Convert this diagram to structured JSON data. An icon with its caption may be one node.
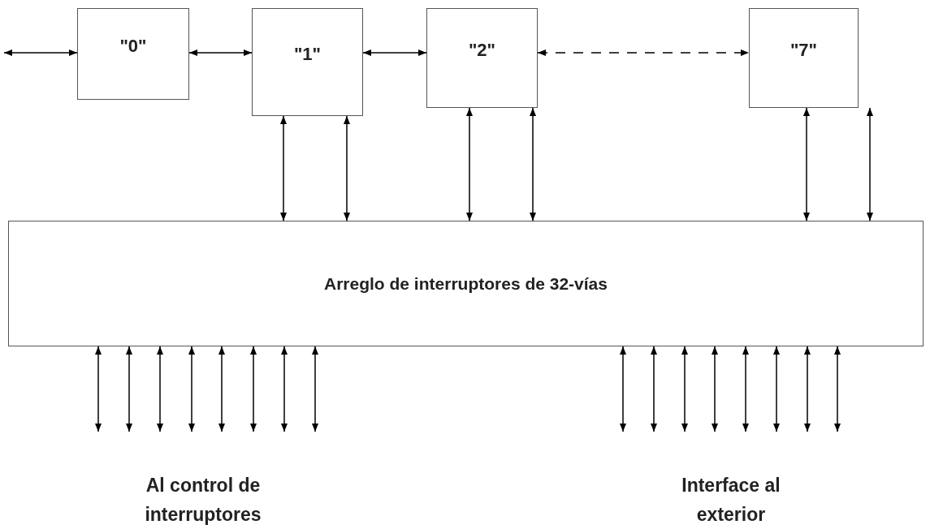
{
  "diagram": {
    "nodes": [
      {
        "text": [
          "\"0\""
        ]
      },
      {
        "text": [
          "\"1\""
        ]
      },
      {
        "text": [
          "\"2\""
        ]
      },
      {
        "text": [
          "\"7\""
        ]
      },
      {
        "text": [
          "Arreglo de interruptores de 32-vías"
        ]
      }
    ],
    "edges": [
      {
        "from": null,
        "to": 0,
        "arrow": "both"
      },
      {
        "from": 0,
        "to": 1,
        "arrow": "both"
      },
      {
        "from": 1,
        "to": 2,
        "arrow": "both"
      },
      {
        "from": 2,
        "to": 3,
        "arrow": "both",
        "style": "dashed"
      },
      {
        "from": 1,
        "to": 4,
        "arrow": "both"
      },
      {
        "from": 1,
        "to": 4,
        "arrow": "both"
      },
      {
        "from": 2,
        "to": 4,
        "arrow": "both"
      },
      {
        "from": 2,
        "to": 4,
        "arrow": "both"
      },
      {
        "from": 3,
        "to": 4,
        "arrow": "both"
      },
      {
        "from": 3,
        "to": 4,
        "arrow": "both"
      },
      {
        "from": 4,
        "to": null,
        "arrow": "both"
      },
      {
        "from": 4,
        "to": null,
        "arrow": "both"
      },
      {
        "from": 4,
        "to": null,
        "arrow": "both"
      },
      {
        "from": 4,
        "to": null,
        "arrow": "both"
      },
      {
        "from": 4,
        "to": null,
        "arrow": "both"
      },
      {
        "from": 4,
        "to": null,
        "arrow": "both"
      },
      {
        "from": 4,
        "to": null,
        "arrow": "both"
      },
      {
        "from": 4,
        "to": null,
        "arrow": "both"
      },
      {
        "from": 4,
        "to": null,
        "arrow": "both"
      },
      {
        "from": 4,
        "to": null,
        "arrow": "both"
      },
      {
        "from": 4,
        "to": null,
        "arrow": "both"
      },
      {
        "from": 4,
        "to": null,
        "arrow": "both"
      },
      {
        "from": 4,
        "to": null,
        "arrow": "both"
      },
      {
        "from": 4,
        "to": null,
        "arrow": "both"
      },
      {
        "from": 4,
        "to": null,
        "arrow": "both"
      },
      {
        "from": 4,
        "to": null,
        "arrow": "both"
      }
    ],
    "labels": [
      "Al control de interruptores",
      "Interface al exterior"
    ]
  }
}
